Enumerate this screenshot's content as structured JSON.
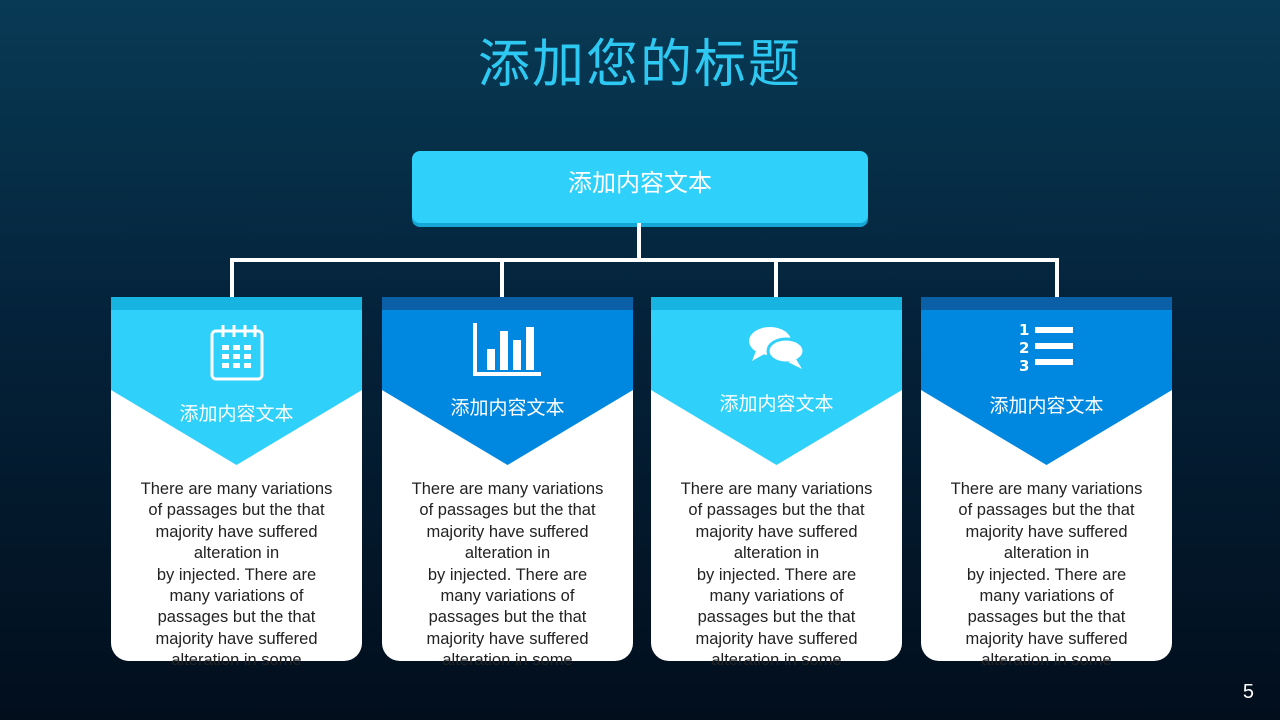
{
  "title": "添加您的标题",
  "top_box": "添加内容文本",
  "colors": {
    "light": "#2fd0fa",
    "light_stripe": "#17b4e2",
    "blue": "#0088e0",
    "blue_stripe": "#0b5fa6"
  },
  "cards": [
    {
      "icon": "calendar-icon",
      "heading": "添加内容文本",
      "body": "There are many variations\nof passages but the that\nmajority have  suffered\nalteration in\nby injected. There are\nmany variations of\npassages but the that\nmajority have  suffered\nalteration in some"
    },
    {
      "icon": "bar-chart-icon",
      "heading": "添加内容文本",
      "body": "There are many variations\nof passages but the that\nmajority have  suffered\nalteration in\nby injected. There are\nmany variations of\npassages but the that\nmajority have  suffered\nalteration in some"
    },
    {
      "icon": "chat-bubbles-icon",
      "heading": "添加内容文本",
      "body": "There are many variations\nof passages but the that\nmajority have  suffered\nalteration in\nby injected. There are\nmany variations of\npassages but the that\nmajority have  suffered\nalteration in some"
    },
    {
      "icon": "numbered-list-icon",
      "heading": "添加内容文本",
      "body": "There are many variations\nof passages but the that\nmajority have  suffered\nalteration in\nby injected. There are\nmany variations of\npassages but the that\nmajority have  suffered\nalteration in some"
    }
  ],
  "page_number": "5"
}
